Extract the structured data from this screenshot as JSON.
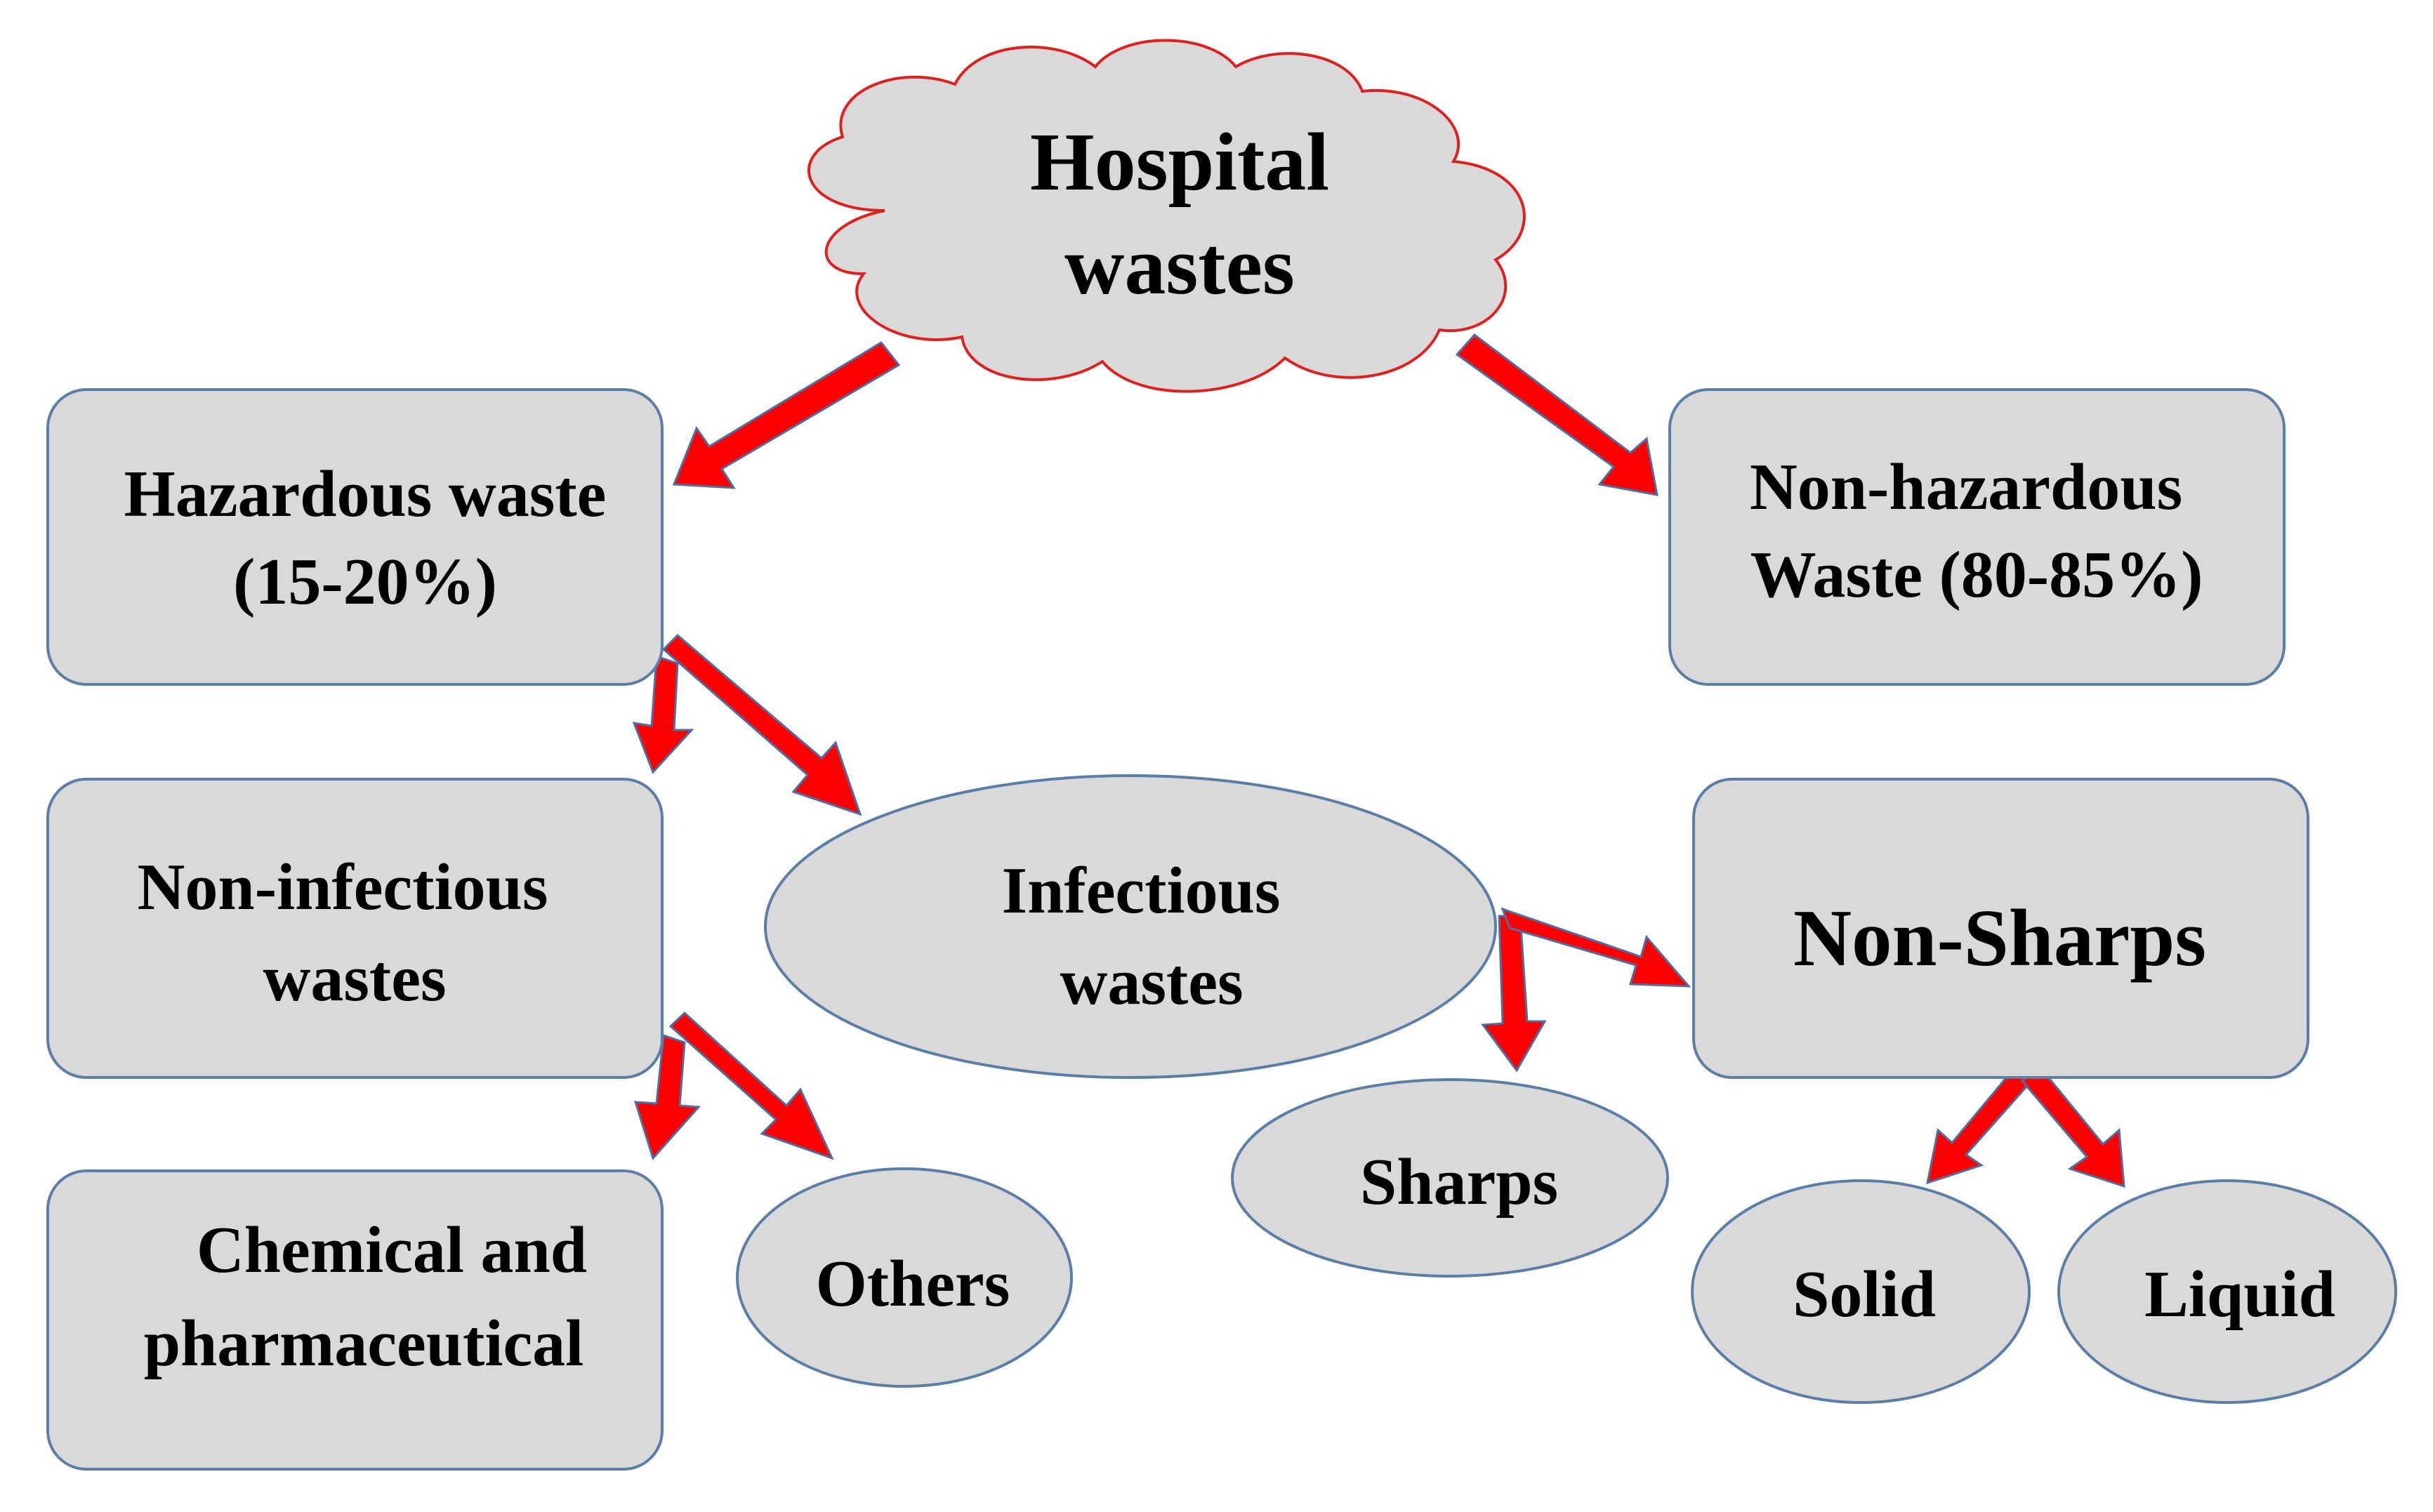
{
  "diagram": {
    "root": {
      "line1": "Hospital",
      "line2": "wastes"
    },
    "hazardous": {
      "line1": "Hazardous waste",
      "line2": "(15-20%)"
    },
    "non_hazardous": {
      "line1": "Non-hazardous",
      "line2": "Waste (80-85%)"
    },
    "non_infectious": {
      "line1": "Non-infectious",
      "line2": "wastes"
    },
    "infectious": {
      "line1": "Infectious",
      "line2": "wastes"
    },
    "non_sharps": {
      "label": "Non-Sharps"
    },
    "chemical": {
      "line1": "Chemical and",
      "line2": "pharmaceutical"
    },
    "others": {
      "label": "Others"
    },
    "sharps": {
      "label": "Sharps"
    },
    "solid": {
      "label": "Solid"
    },
    "liquid": {
      "label": "Liquid"
    }
  },
  "colors": {
    "node_fill": "#d9d9d9",
    "node_border": "#5b7ea8",
    "cloud_border": "#e02020",
    "arrow": "#ff0000"
  }
}
